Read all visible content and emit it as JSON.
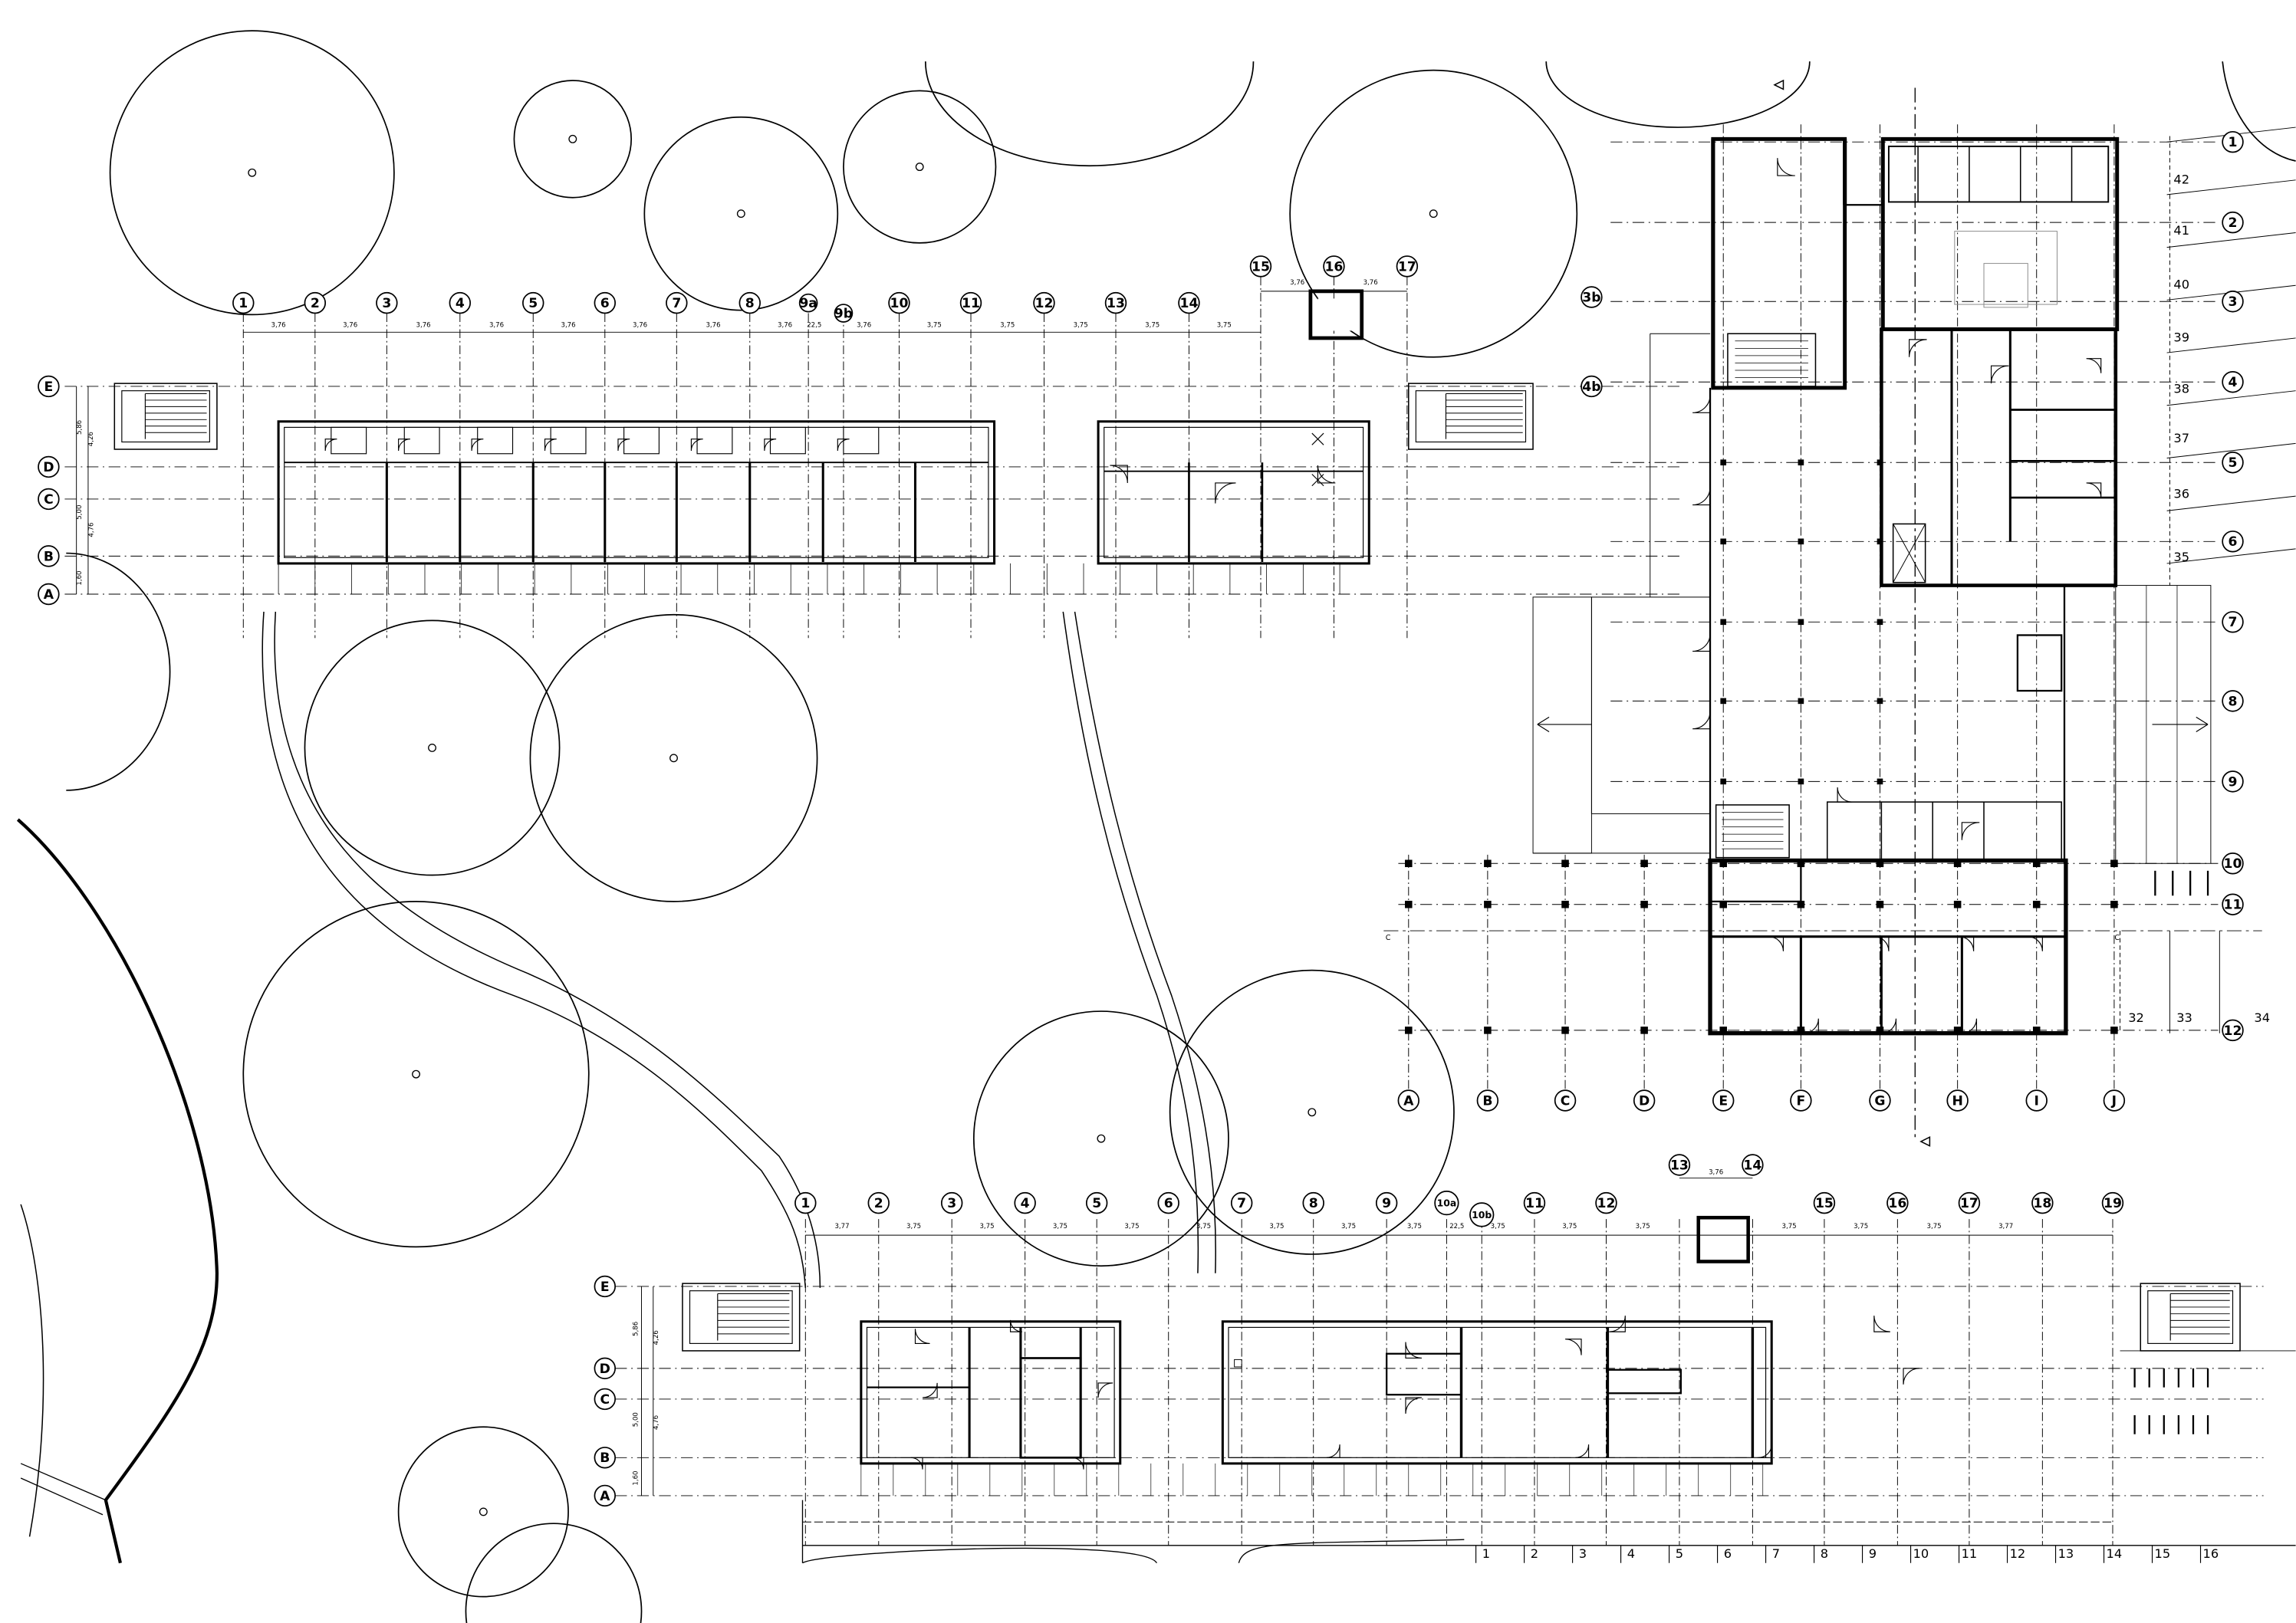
{
  "drawing": {
    "type": "architectural floor plan",
    "colors": {
      "ink": "#000000",
      "paper": "#ffffff",
      "fixture": "#888888"
    }
  },
  "upper_left_wing": {
    "column_axes": [
      "1",
      "2",
      "3",
      "4",
      "5",
      "6",
      "7",
      "8",
      "9a",
      "9b",
      "10",
      "11",
      "12",
      "13",
      "14",
      "15",
      "16",
      "17"
    ],
    "row_axes": [
      "E",
      "D",
      "C",
      "B",
      "A"
    ],
    "bay_dims": [
      "3,76",
      "3,76",
      "3,76",
      "3,76",
      "3,76",
      "3,76",
      "3,76",
      "3,76",
      "22,5",
      "3,76",
      "3,75",
      "3,75",
      "3,75",
      "3,75",
      "3,75"
    ],
    "bay_dims_upper": [
      "3,76",
      "3,76"
    ],
    "row_dims": [
      "5,86",
      "4,26",
      "5,00",
      "4,76",
      "1,60"
    ]
  },
  "right_block": {
    "column_axes": [
      "A",
      "B",
      "C",
      "D",
      "E",
      "F",
      "G",
      "H",
      "I",
      "J"
    ],
    "row_axes": [
      "1",
      "2",
      "3",
      "3b",
      "4",
      "4b",
      "5",
      "6",
      "7",
      "8",
      "9",
      "10",
      "11",
      "12"
    ],
    "parking_numbers": [
      "42",
      "41",
      "40",
      "39",
      "38",
      "37",
      "36",
      "35",
      "32",
      "33",
      "34"
    ],
    "section_marker": "C"
  },
  "lower_wing": {
    "column_axes": [
      "1",
      "2",
      "3",
      "4",
      "5",
      "6",
      "7",
      "8",
      "9",
      "10a",
      "10b",
      "11",
      "12",
      "13",
      "14",
      "15",
      "16",
      "17",
      "18",
      "19"
    ],
    "row_axes": [
      "E",
      "D",
      "C",
      "B",
      "A"
    ],
    "bay_dims": [
      "3,77",
      "3,75",
      "3,75",
      "3,75",
      "3,75",
      "3,75",
      "3,75",
      "3,75",
      "3,75",
      "22,5",
      "3,75",
      "3,75",
      "3,75",
      "3,75",
      "3,75",
      "3,75",
      "3,77"
    ],
    "chimney_dim": "3,76",
    "row_dims": [
      "5,86",
      "4,26",
      "5,00",
      "4,76",
      "1,60"
    ],
    "bottom_strip": [
      "1",
      "2",
      "3",
      "4",
      "5",
      "6",
      "7",
      "8",
      "9",
      "10",
      "11",
      "12",
      "13",
      "14",
      "15",
      "16"
    ]
  }
}
